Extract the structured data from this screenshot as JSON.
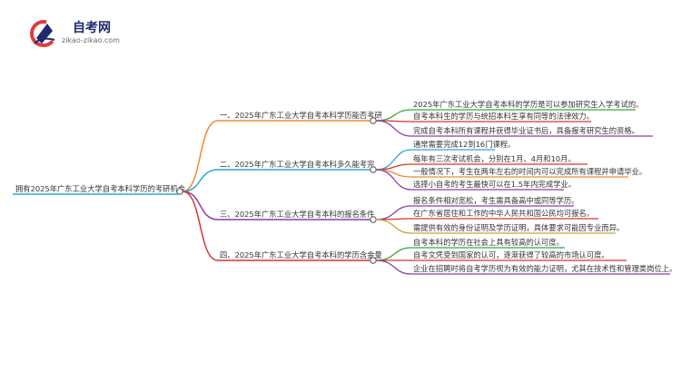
{
  "logo": {
    "name": "自考网",
    "url": "zikao-zikao.com"
  },
  "root": {
    "label": "拥有2025年广东工业大学自考本科学历的考研机会"
  },
  "branches": [
    {
      "label": "一、2025年广东工业大学自考本科学历能否考研",
      "color": "#f08a33",
      "leaves": [
        {
          "label": "2025年广东工业大学自考本科的学历是可以参加研究生入学考试的。",
          "color": "#3aa63a"
        },
        {
          "label": "自考本科生的学历与统招本科生享有同等的法律效力。",
          "color": "#d9342b"
        },
        {
          "label": "完成自考本科所有课程并获得毕业证书后，具备报考研究生的资格。",
          "color": "#8a3fa8"
        }
      ]
    },
    {
      "label": "二、2025年广东工业大学自考本科多久能考完",
      "color": "#2aa8d8",
      "leaves": [
        {
          "label": "通常需要完成12到16门课程。",
          "color": "#2aa8d8"
        },
        {
          "label": "每年有三次考试机会，分别在1月、4月和10月。",
          "color": "#d9342b"
        },
        {
          "label": "一般情况下，考生在两年左右的时间内可以完成所有课程并申请毕业。",
          "color": "#f08a33"
        },
        {
          "label": "选择小自考的考生最快可以在1.5年内完成学业。",
          "color": "#8a3fa8"
        }
      ]
    },
    {
      "label": "三、2025年广东工业大学自考本科的报名条件",
      "color": "#8a3fa8",
      "leaves": [
        {
          "label": "报名条件相对宽松，考生需具备高中或同等学历。",
          "color": "#8a3fa8"
        },
        {
          "label": "在广东省居住和工作的中华人民共和国公民均可报名。",
          "color": "#d9342b"
        },
        {
          "label": "需提供有效的身份证明及学历证明，具体要求可能因专业而异。",
          "color": "#c8a430"
        }
      ]
    },
    {
      "label": "四、2025年广东工业大学自考本科的学历含金量",
      "color": "#d9342b",
      "leaves": [
        {
          "label": "自考本科的学历在社会上具有较高的认可度。",
          "color": "#3aa63a"
        },
        {
          "label": "自考文凭受到国家的认可，逐渐获得了较高的市场认可度。",
          "color": "#d9342b"
        },
        {
          "label": "企业在招聘时将自考学历视为有效的能力证明，尤其在技术性和管理类岗位上。",
          "color": "#8a3fa8"
        }
      ]
    }
  ],
  "colors": {
    "root_line": "#2aa8d8",
    "logo_blue": "#1e2a6b",
    "logo_red": "#e23b3b"
  }
}
